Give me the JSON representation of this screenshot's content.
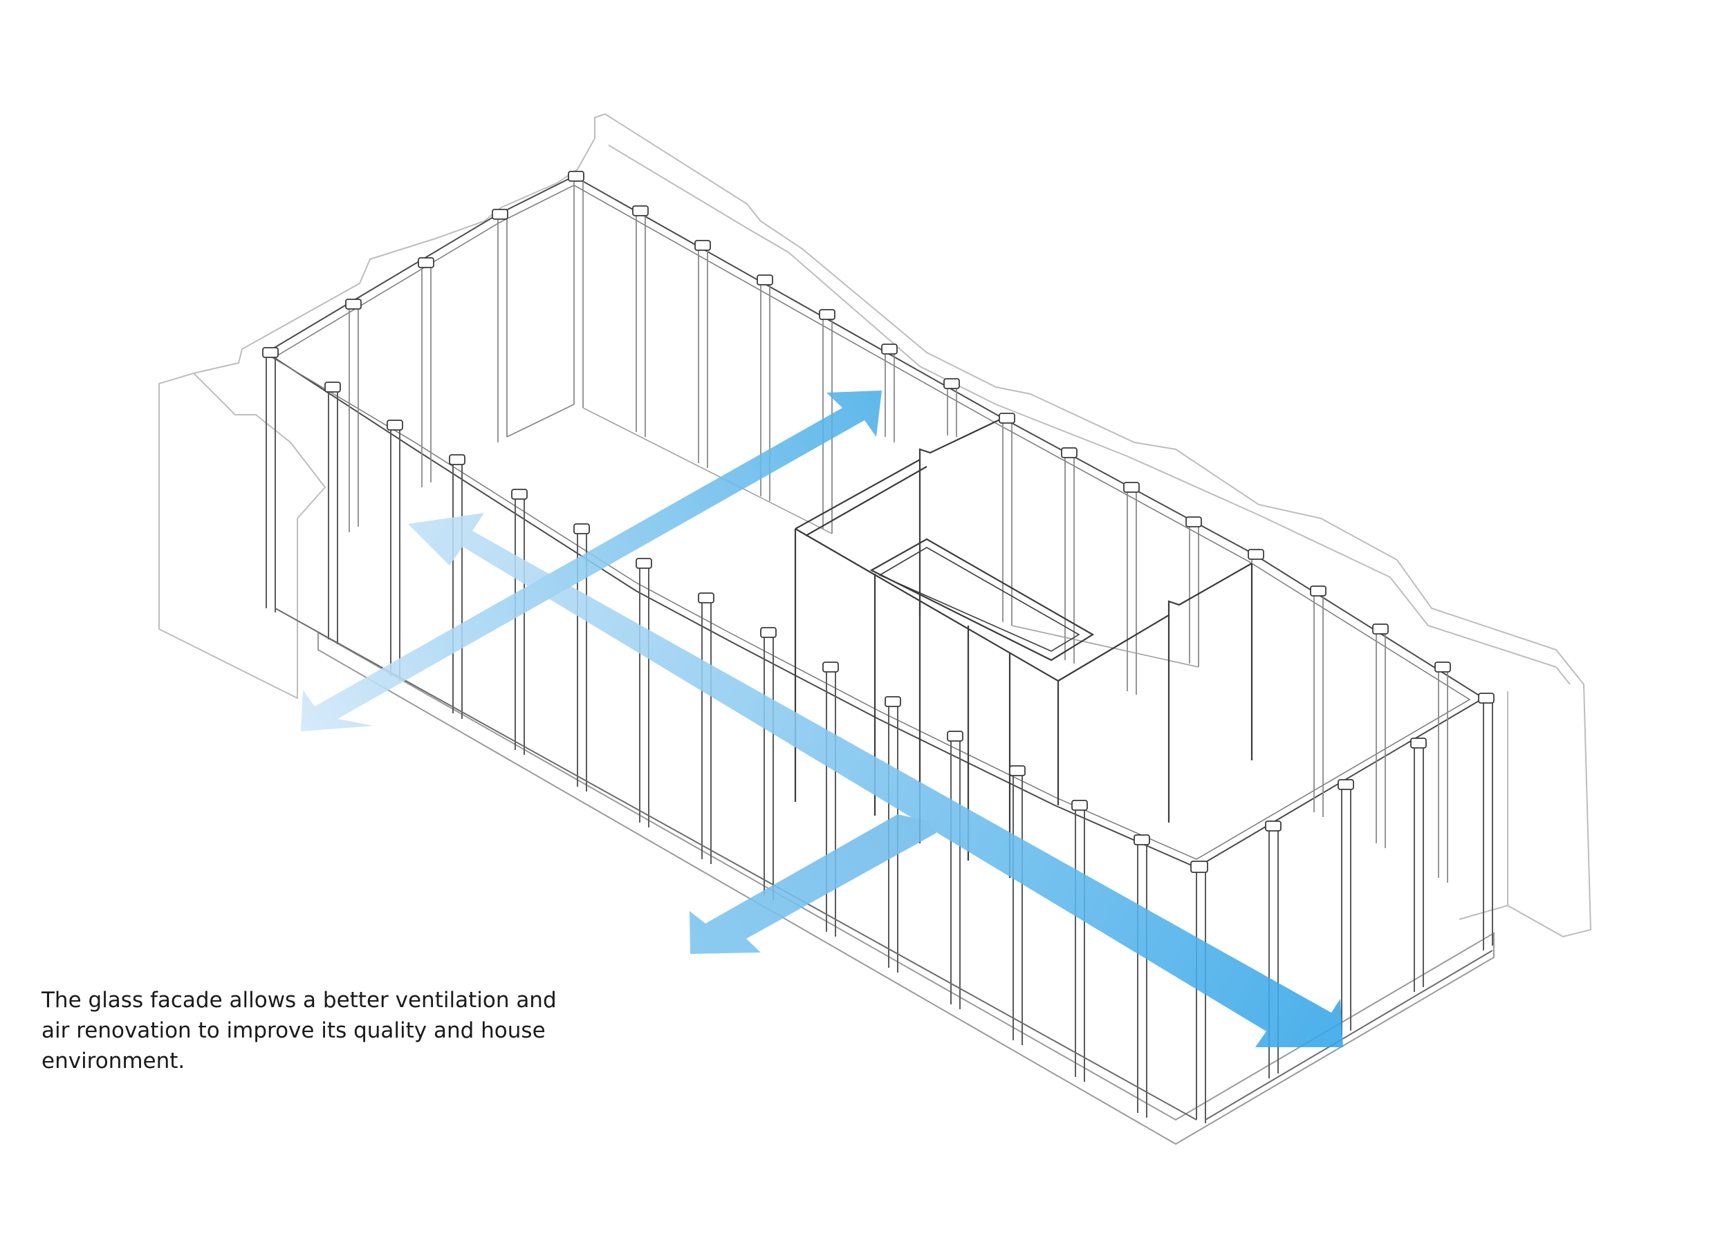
{
  "caption": {
    "lines": [
      "The glass facade allows a better ventilation and",
      "air renovation to improve its quality and house",
      "environment."
    ]
  },
  "colors": {
    "arrow_dark": "#3aa9e8",
    "arrow_light": "#bfe0f7",
    "linework": "#4a4a4a",
    "context": "#bdbdbd"
  }
}
